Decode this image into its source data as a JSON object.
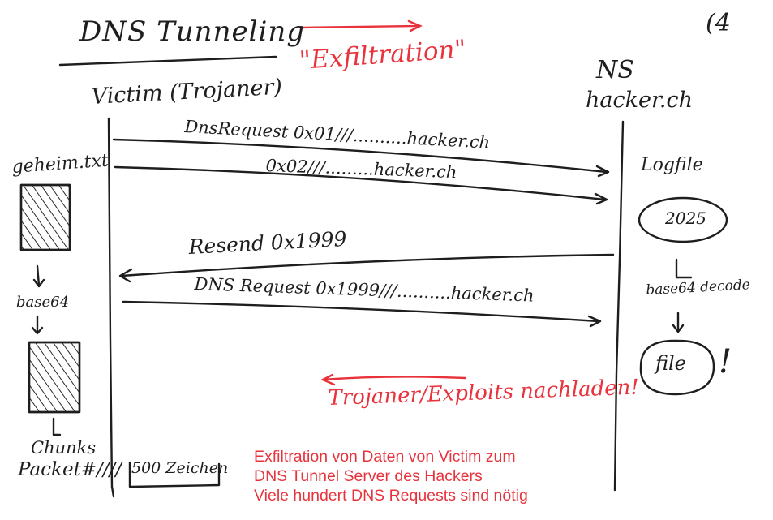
{
  "title": "DNS Tunneling",
  "page_number": "(4",
  "subtitle": "\"Exfiltration\"",
  "victim_label": "Victim (Trojaner)",
  "server_label": "NS",
  "server_domain": "hacker.ch",
  "messages": [
    "DnsRequest 0x01///..........hacker.ch",
    "0x02///.........hacker.ch",
    "Resend 0x1999",
    "DNS Request 0x1999///..........hacker.ch"
  ],
  "victim_steps": {
    "file": "geheim.txt",
    "encode": "base64",
    "chunks": "Chunks",
    "packet": "Packet#////",
    "size": "500 Zeichen"
  },
  "server_steps": {
    "logfile": "Logfile",
    "year": "2025",
    "decode": "base64 decode",
    "file": "file",
    "exclamation": "!"
  },
  "reload_note": "Trojaner/Exploits nachladen!",
  "caption": [
    "Exfiltration von Daten von Victim zum",
    "DNS Tunnel Server des Hackers",
    "Viele hundert DNS Requests sind nötig"
  ],
  "colors": {
    "ink": "#1e1e1e",
    "accent": "#e8333c"
  }
}
